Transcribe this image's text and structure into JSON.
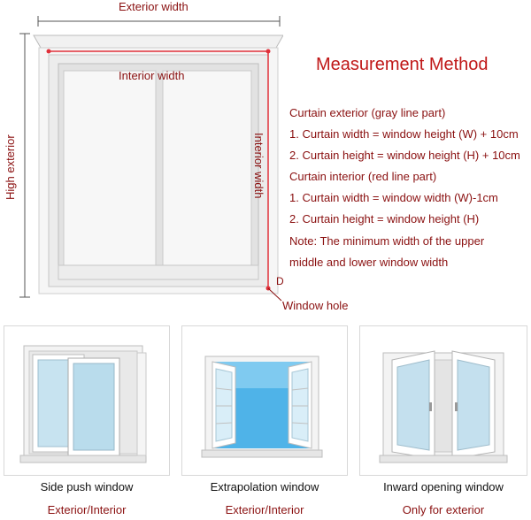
{
  "top_diagram": {
    "exterior_width": "Exterior width",
    "interior_width_h": "Interior width",
    "interior_width_v": "Interior width",
    "high_exterior": "High exterior",
    "corner_letter": "D",
    "window_hole": "Window hole"
  },
  "method": {
    "title": "Measurement Method",
    "lines": [
      "Curtain exterior (gray line part)",
      "1. Curtain width = window height (W) + 10cm",
      "2. Curtain height = window height (H) + 10cm",
      "Curtain interior (red line part)",
      "1. Curtain width = window width (W)-1cm",
      "2. Curtain height = window height (H)",
      "Note: The minimum width of the upper",
      "middle and lower window width"
    ]
  },
  "window_types": [
    {
      "name": "Side push window",
      "fit": "Exterior/Interior"
    },
    {
      "name": "Extrapolation window",
      "fit": "Exterior/Interior"
    },
    {
      "name": "Inward opening window",
      "fit": "Only for exterior"
    }
  ],
  "colors": {
    "label_dark_red": "#8a1010",
    "title_red": "#c01818",
    "interior_line": "#e0303a",
    "glass_blue": "#bfe0f0",
    "sky_blue": "#4fb3e8"
  }
}
